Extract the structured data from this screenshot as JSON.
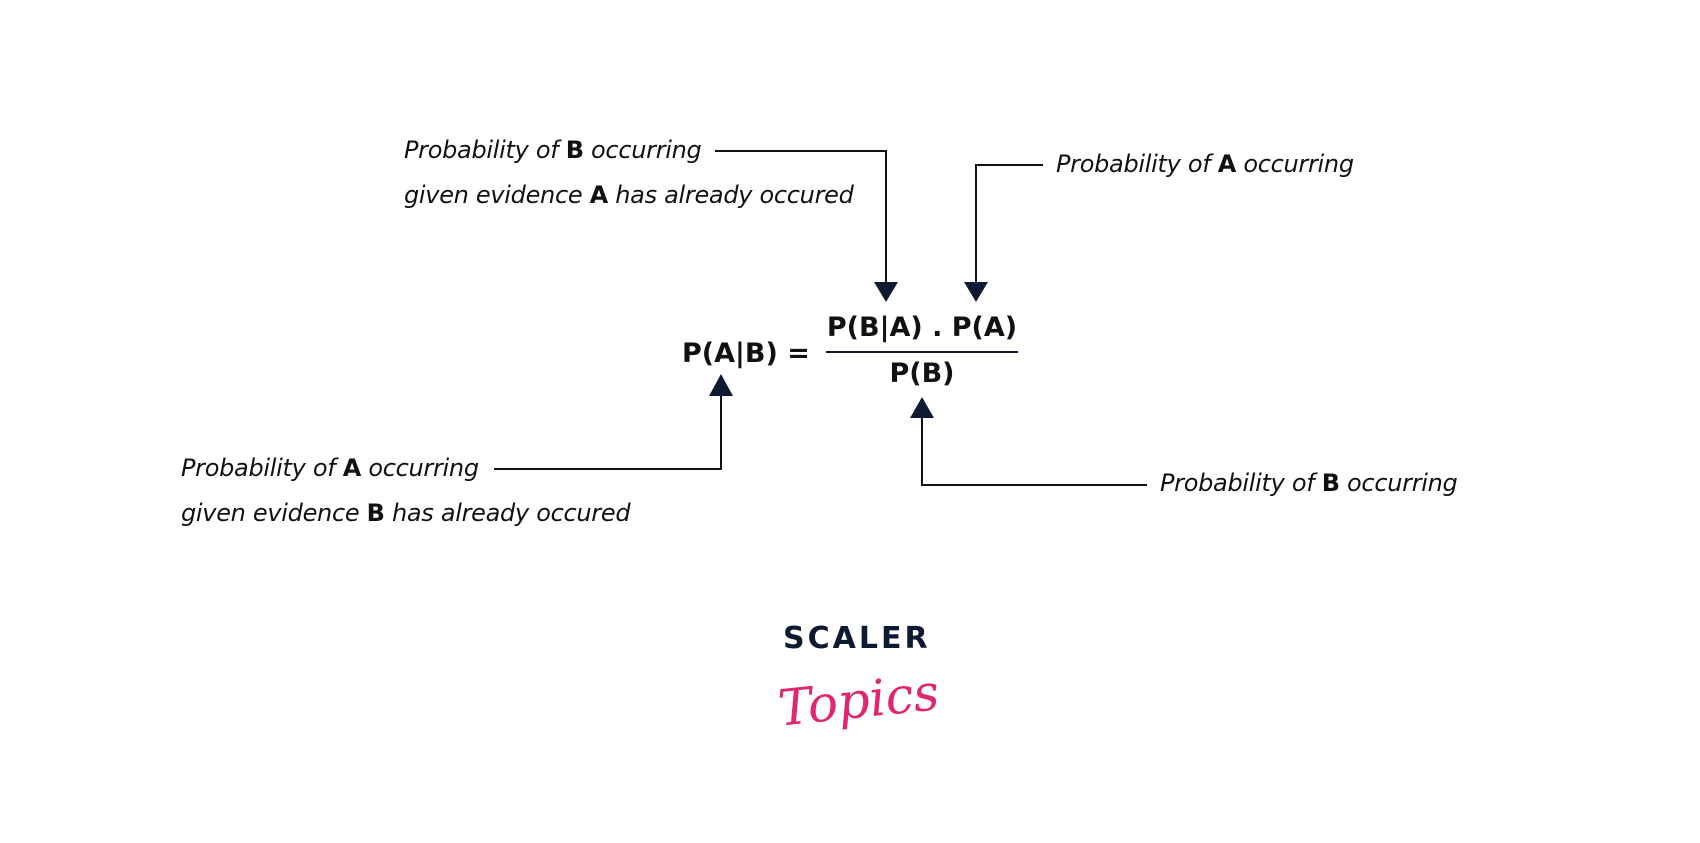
{
  "annotations": {
    "likelihood": {
      "line1_pre": "Probability of ",
      "line1_bold": "B",
      "line1_post": " occurring",
      "line2_pre": "given evidence ",
      "line2_bold": "A",
      "line2_post": " has already occured"
    },
    "prior": {
      "pre": "Probability of ",
      "bold": "A",
      "post": " occurring"
    },
    "posterior": {
      "line1_pre": "Probability of ",
      "line1_bold": "A",
      "line1_post": " occurring",
      "line2_pre": "given evidence ",
      "line2_bold": "B",
      "line2_post": " has already occured"
    },
    "evidence": {
      "pre": "Probability of ",
      "bold": "B",
      "post": " occurring"
    }
  },
  "formula": {
    "lhs": "P(A|B) =",
    "numerator": "P(B|A) . P(A)",
    "denominator": "P(B)"
  },
  "logo": {
    "top": "SCALER",
    "bottom": "Topics"
  },
  "colors": {
    "ink": "#0e1a33",
    "brand_pink": "#e0266f"
  }
}
